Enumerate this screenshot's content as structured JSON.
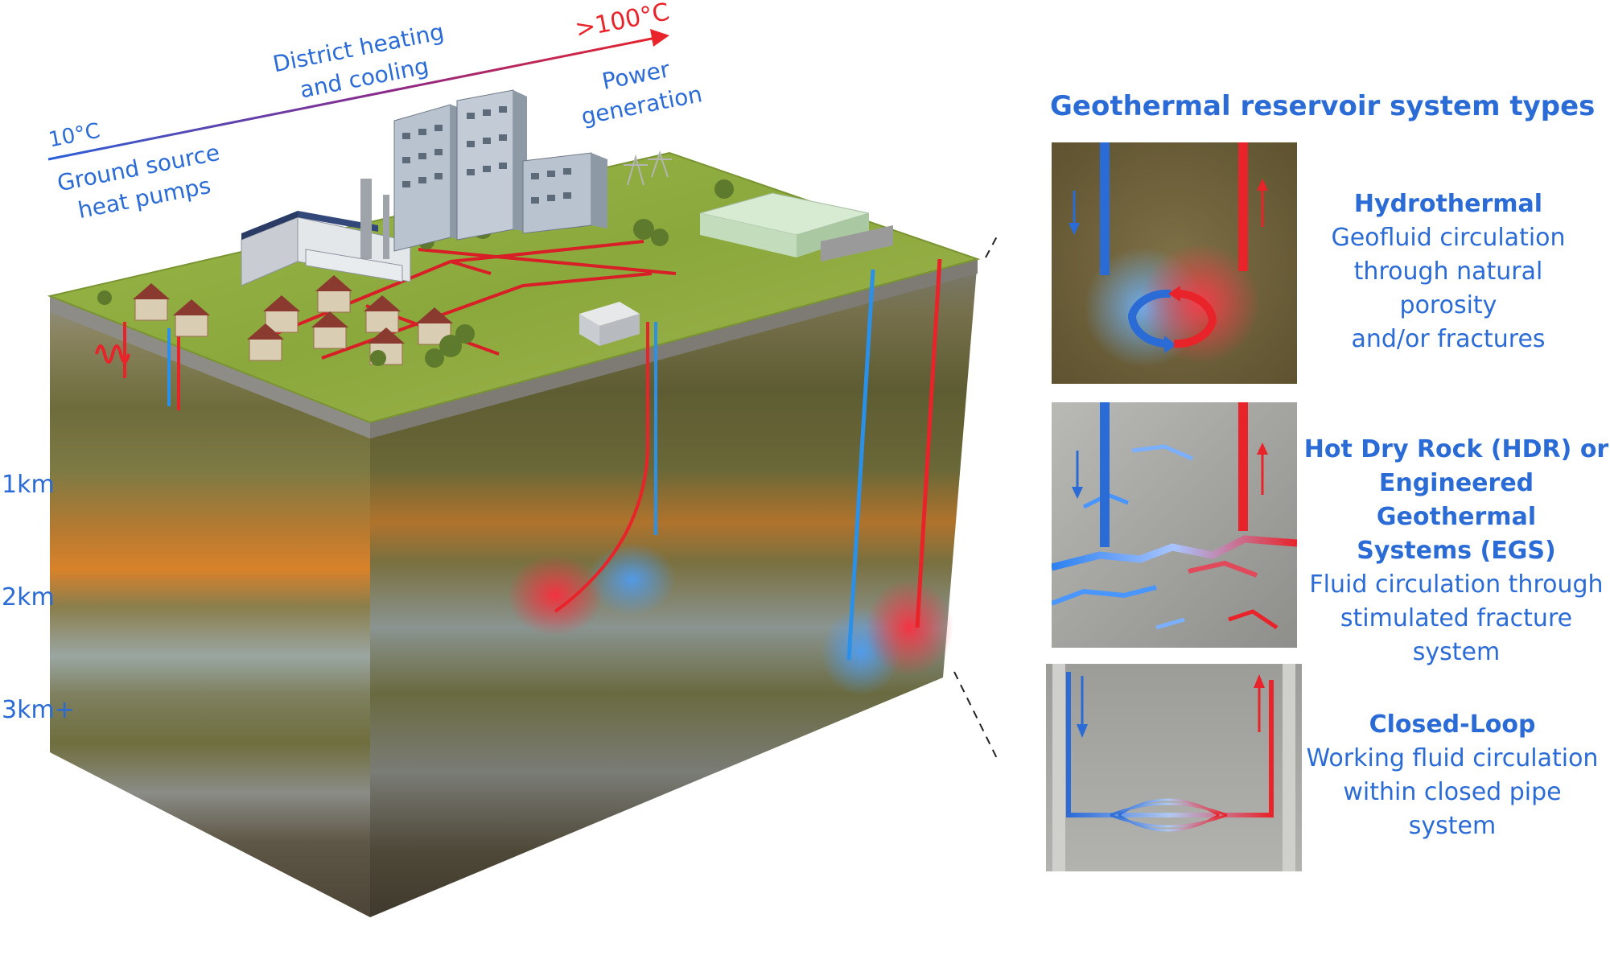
{
  "temperature_scale": {
    "low_temp": "10°C",
    "high_temp": ">100°C",
    "ground_source": [
      "Ground source",
      "heat pumps"
    ],
    "district": [
      "District heating",
      "and cooling"
    ],
    "power": [
      "Power",
      "generation"
    ]
  },
  "depths": [
    "1km",
    "2km",
    "3km+"
  ],
  "right_panel": {
    "title": "Geothermal reservoir system types",
    "types": [
      {
        "name": "Hydrothermal",
        "desc": [
          "Geofluid circulation",
          "through natural porosity",
          "and/or fractures"
        ]
      },
      {
        "name": [
          "Hot Dry Rock (HDR) or",
          "Engineered Geothermal",
          "Systems (EGS)"
        ],
        "desc": [
          "Fluid circulation through",
          "stimulated fracture",
          "system"
        ]
      },
      {
        "name": "Closed-Loop",
        "desc": [
          "Working fluid circulation",
          "within closed pipe system"
        ]
      }
    ]
  },
  "colors": {
    "blue": "#2b6bd6",
    "red": "#e8232a",
    "grass": "#8fae3c",
    "rock": "#7a7048"
  }
}
